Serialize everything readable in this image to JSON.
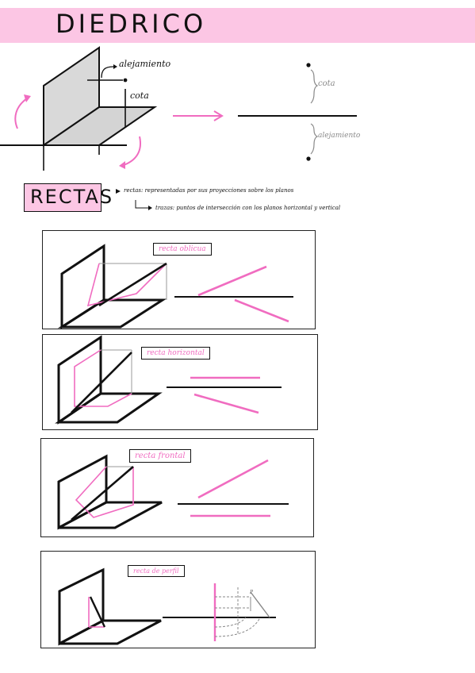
{
  "header": {
    "title": "DIEDRICO"
  },
  "diagram": {
    "label_alejamiento": "alejamiento",
    "label_cota": "cota",
    "proj_cota": "cota",
    "proj_alejamiento": "alejamiento"
  },
  "rectas": {
    "heading": "RECTAS",
    "note_rectas": "rectas: representadas por sus proyecciones sobre los planos",
    "note_trazas": "trazas: puntos de intersección con los planos horizontal y vertical"
  },
  "cards": [
    {
      "label": "recta oblicua"
    },
    {
      "label": "recta horizontal"
    },
    {
      "label": "recta frontal"
    },
    {
      "label": "recta de perfil"
    }
  ],
  "colors": {
    "pink": "#f06cc0",
    "pink_band": "#fcc6e4",
    "plane_grey": "#d9d9d9"
  }
}
